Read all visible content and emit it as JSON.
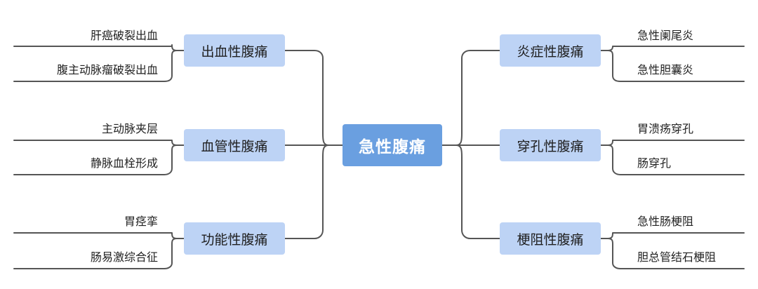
{
  "root": {
    "label": "急性腹痛"
  },
  "colors": {
    "root_fill": "#6a9fe0",
    "branch_fill": "#bdd3f5",
    "line": "#555555"
  },
  "left_branches": [
    {
      "label": "出血性腹痛",
      "children": [
        "肝癌破裂出血",
        "腹主动脉瘤破裂出血"
      ]
    },
    {
      "label": "血管性腹痛",
      "children": [
        "主动脉夹层",
        "静脉血栓形成"
      ]
    },
    {
      "label": "功能性腹痛",
      "children": [
        "胃痉挛",
        "肠易激综合征"
      ]
    }
  ],
  "right_branches": [
    {
      "label": "炎症性腹痛",
      "children": [
        "急性阑尾炎",
        "急性胆囊炎"
      ]
    },
    {
      "label": "穿孔性腹痛",
      "children": [
        "胃溃疡穿孔",
        "肠穿孔"
      ]
    },
    {
      "label": "梗阻性腹痛",
      "children": [
        "急性肠梗阻",
        "胆总管结石梗阻"
      ]
    }
  ]
}
